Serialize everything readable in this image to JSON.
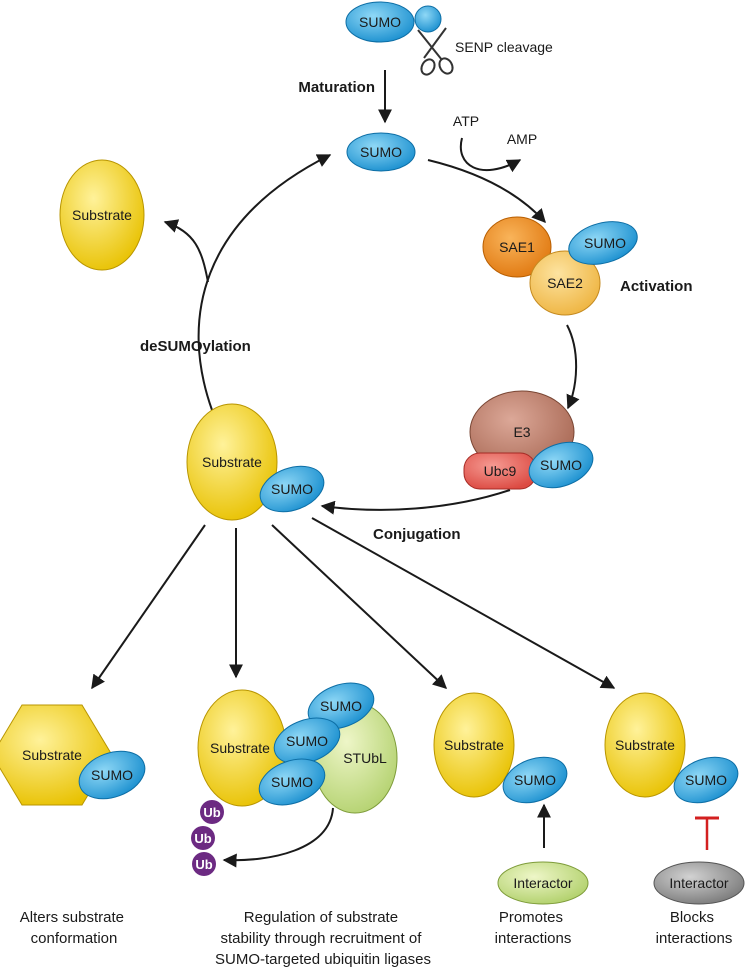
{
  "labels": {
    "sumo": "SUMO",
    "substrate": "Substrate",
    "senp_cleavage": "SENP cleavage",
    "atp": "ATP",
    "amp": "AMP",
    "sae1": "SAE1",
    "sae2": "SAE2",
    "e3": "E3",
    "ubc9": "Ubc9",
    "stubl": "STUbL",
    "ub": "Ub",
    "interactor": "Interactor"
  },
  "steps": {
    "maturation": "Maturation",
    "activation": "Activation",
    "conjugation": "Conjugation",
    "desumoylation": "deSUMOylation"
  },
  "outcomes": [
    {
      "lines": [
        "Alters substrate",
        "conformation"
      ]
    },
    {
      "lines": [
        "Regulation of substrate",
        "stability through recruitment of",
        "SUMO-targeted ubiquitin ligases"
      ]
    },
    {
      "lines": [
        "Promotes",
        "interactions"
      ]
    },
    {
      "lines": [
        "Blocks",
        "interactions"
      ]
    }
  ],
  "colors": {
    "sumo": "#1aa3dd",
    "substrate": "#f5d000",
    "sae1": "#ee8a1a",
    "sae2": "#f2c350",
    "e3": "#b87864",
    "ubc9": "#e8574f",
    "stubl": "#c9e08a",
    "ub": "#6c2a82",
    "interactor_promote": "#c9e08a",
    "interactor_block": "#8a8a8a",
    "block": "#d32020"
  }
}
